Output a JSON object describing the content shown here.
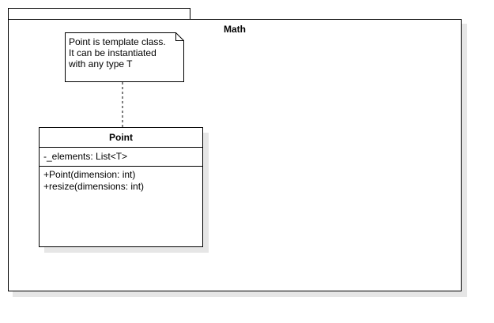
{
  "package": {
    "name": "Math"
  },
  "note": {
    "lines": [
      "Point is template class.",
      "It can be instantiated",
      "with any type T"
    ]
  },
  "class": {
    "name": "Point",
    "attributes": [
      "-_elements: List<T>"
    ],
    "operations": [
      "+Point(dimension: int)",
      "+resize(dimensions: int)"
    ]
  }
}
